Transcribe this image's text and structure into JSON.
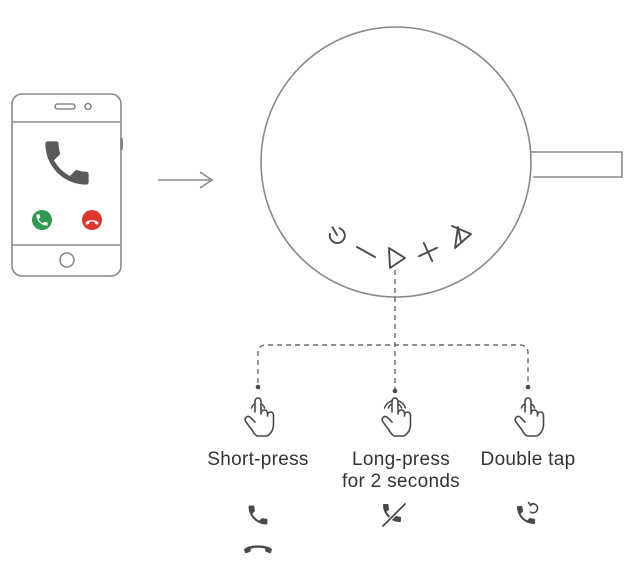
{
  "actions": [
    {
      "label": "Short-press",
      "label_line2": "",
      "result_icons": [
        "phone-answer-icon",
        "phone-hangup-icon"
      ]
    },
    {
      "label": "Long-press",
      "label_line2": "for 2 seconds",
      "result_icons": [
        "phone-reject-icon"
      ]
    },
    {
      "label": "Double tap",
      "label_line2": "",
      "result_icons": [
        "phone-redial-icon"
      ]
    }
  ],
  "speaker_buttons": [
    "power-icon",
    "volume-down-icon",
    "play-pause-icon",
    "volume-up-icon",
    "bluetooth-icon"
  ],
  "colors": {
    "line": "#8a8a8a",
    "answer_green": "#2e9a4e",
    "hangup_red": "#e0352b",
    "icon_dark": "#4a4a4a"
  }
}
